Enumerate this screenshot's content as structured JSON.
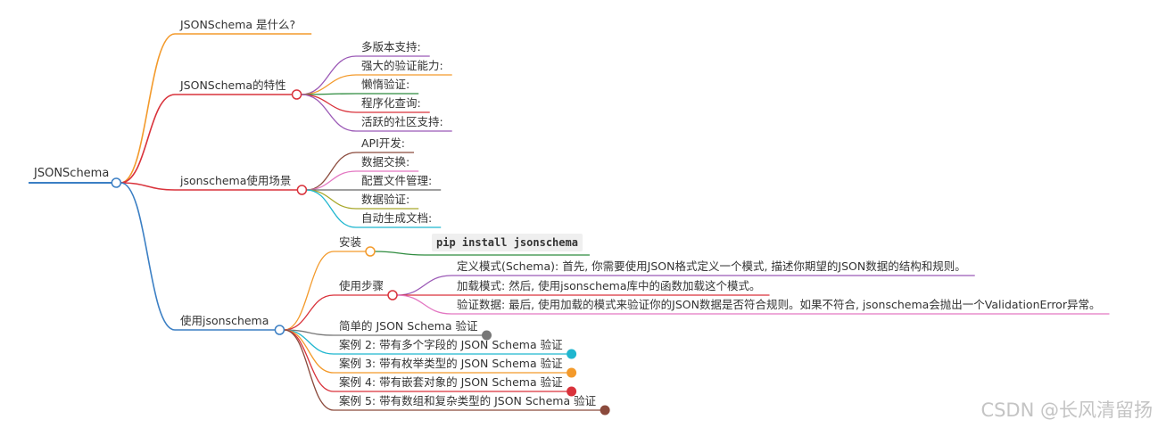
{
  "root": {
    "label": "JSONSchema"
  },
  "branches": [
    {
      "label": "JSONSchema 是什么?",
      "color": "#f39a2b",
      "children": []
    },
    {
      "label": "JSONSchema的特性",
      "color": "#d9323b",
      "children": [
        {
          "label": "多版本支持:",
          "color": "#9b59b6"
        },
        {
          "label": "强大的验证能力:",
          "color": "#f39a2b"
        },
        {
          "label": "懒惰验证:",
          "color": "#2e8b3e"
        },
        {
          "label": "程序化查询:",
          "color": "#d9323b"
        },
        {
          "label": "活跃的社区支持:",
          "color": "#9b59b6"
        }
      ]
    },
    {
      "label": "jsonschema使用场景",
      "color": "#d9323b",
      "children": [
        {
          "label": "API开发:",
          "color": "#8b4a3c"
        },
        {
          "label": "数据交换:",
          "color": "#e377c2"
        },
        {
          "label": "配置文件管理:",
          "color": "#666666"
        },
        {
          "label": "数据验证:",
          "color": "#a8a82b"
        },
        {
          "label": "自动生成文档:",
          "color": "#1fb6cf"
        }
      ]
    },
    {
      "label": "使用jsonschema",
      "color": "#3b7fc4",
      "children": [
        {
          "label": "安装",
          "color": "#f39a2b",
          "code": "pip install jsonschema"
        },
        {
          "label": "使用步骤",
          "color": "#d9323b",
          "steps": [
            {
              "label": "定义模式(Schema): 首先, 你需要使用JSON格式定义一个模式, 描述你期望的JSON数据的结构和规则。",
              "color": "#9b59b6"
            },
            {
              "label": "加载模式: 然后, 使用jsonschema库中的函数加载这个模式。",
              "color": "#d9323b"
            },
            {
              "label": "验证数据: 最后, 使用加载的模式来验证你的JSON数据是否符合规则。如果不符合, jsonschema会抛出一个ValidationError异常。",
              "color": "#e377c2"
            }
          ]
        },
        {
          "label": "简单的 JSON Schema 验证",
          "color": "#777777"
        },
        {
          "label": "案例 2: 带有多个字段的 JSON Schema 验证",
          "color": "#1fb6cf"
        },
        {
          "label": "案例 3: 带有枚举类型的 JSON Schema 验证",
          "color": "#f39a2b"
        },
        {
          "label": "案例 4: 带有嵌套对象的 JSON Schema 验证",
          "color": "#d9323b"
        },
        {
          "label": "案例 5: 带有数组和复杂类型的 JSON Schema 验证",
          "color": "#8b4a3c"
        }
      ]
    }
  ],
  "watermark": "CSDN @长风清留扬"
}
